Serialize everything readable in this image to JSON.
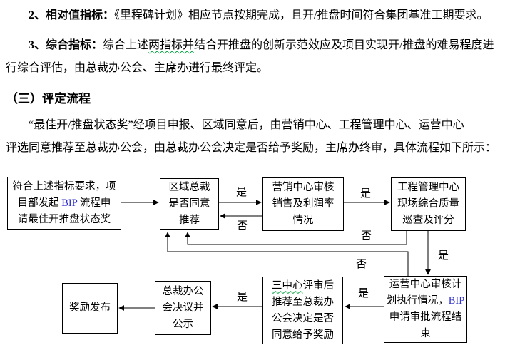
{
  "colors": {
    "bip_blue": "#3333cc",
    "wavy_green": "#00a33d",
    "box_border": "#000000",
    "text": "#000000"
  },
  "document": {
    "p2": {
      "bold": "2、相对值指标：",
      "rest": "《里程碑计划》相应节点按期完成，且开/推盘时间符合集团基准工期要求。"
    },
    "p3": {
      "line1_bold": "3、综合指标：",
      "line1_a": "综合上述",
      "line1_wavy": "两指标并",
      "line1_b": "结合开推盘的创新示范效应及项目实现开/推盘的难易程度进",
      "line2": "行综合评估，由总裁办公会、主席办进行最终评定。"
    },
    "heading": "（三）评定流程",
    "p4": {
      "line1": "“最佳开/推盘状态奖”经项目申报、区域同意后，由营销中心、工程管理中心、运营中心",
      "line2": "评选同意推荐至总裁办公会，由总裁办公会决定是否给予奖励，主席办终审，具体流程如下所示："
    }
  },
  "flowchart": {
    "yes_label": "是",
    "no_label": "否",
    "boxes": {
      "b1": {
        "l1": "符合上述指标要求，项",
        "l2a": "目部发起 ",
        "l2b": "BIP",
        "l2c": " 流程申",
        "l3": "请最佳开推盘状态奖"
      },
      "b2": {
        "l1": "区域总裁",
        "l2": "是否同意",
        "l3": "推荐"
      },
      "b3": {
        "l1": "营销中心审核",
        "l2": "销售及利润率",
        "l3": "情况"
      },
      "b4": {
        "l1": "工程管理中心",
        "l2": "现场综合质量",
        "l3": "巡查及评分"
      },
      "b5": {
        "l1": "运营中心审核计",
        "l2a": "划执行情况，",
        "l2b": "BIP",
        "l3": "申请审批流程结",
        "l4": "束"
      },
      "b6": {
        "l1a": "三中心",
        "l1b": "评审后",
        "l2": "推荐至总裁办",
        "l3": "公会决定是否",
        "l4": "同意给予奖励"
      },
      "b7": {
        "l1": "总裁办公",
        "l2": "会决议并",
        "l3": "公示"
      },
      "b8": {
        "l1": "奖励发布"
      }
    }
  }
}
